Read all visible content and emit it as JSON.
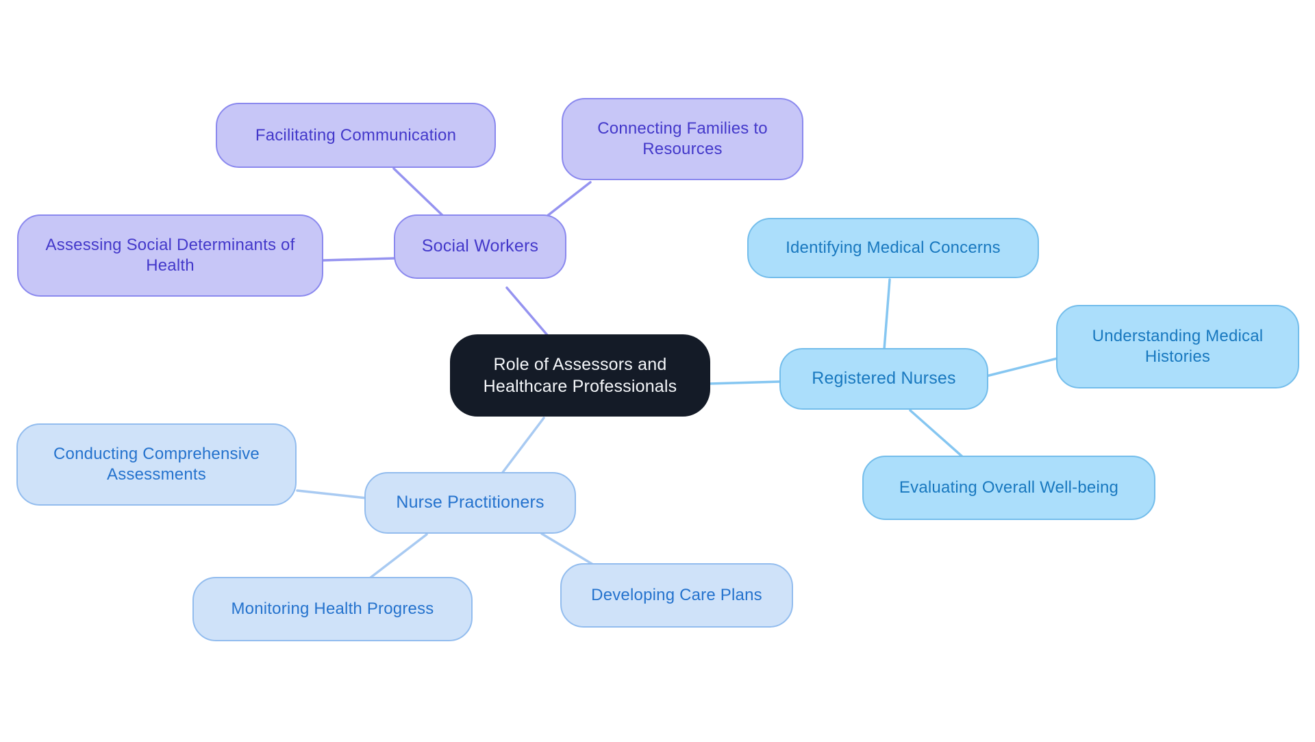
{
  "diagram": {
    "type": "mindmap",
    "center": {
      "label": "Role of Assessors and Healthcare Professionals"
    },
    "branches": [
      {
        "id": "social-workers",
        "label": "Social Workers",
        "children": [
          {
            "id": "facilitating-communication",
            "label": "Facilitating Communication"
          },
          {
            "id": "connecting-families-to-resources",
            "label": "Connecting Families to Resources"
          },
          {
            "id": "assessing-social-determinants-of-health",
            "label": "Assessing Social Determinants of Health"
          }
        ]
      },
      {
        "id": "registered-nurses",
        "label": "Registered Nurses",
        "children": [
          {
            "id": "identifying-medical-concerns",
            "label": "Identifying Medical Concerns"
          },
          {
            "id": "understanding-medical-histories",
            "label": "Understanding Medical Histories"
          },
          {
            "id": "evaluating-overall-well-being",
            "label": "Evaluating Overall Well-being"
          }
        ]
      },
      {
        "id": "nurse-practitioners",
        "label": "Nurse Practitioners",
        "children": [
          {
            "id": "conducting-comprehensive-assessments",
            "label": "Conducting Comprehensive Assessments"
          },
          {
            "id": "monitoring-health-progress",
            "label": "Monitoring Health Progress"
          },
          {
            "id": "developing-care-plans",
            "label": "Developing Care Plans"
          }
        ]
      }
    ],
    "colors": {
      "background": "#ffffff",
      "center_fill": "#141b27",
      "center_text": "#f5f7fa",
      "social_fill": "#c7c6f7",
      "social_border": "#8a88ee",
      "social_text": "#4338ca",
      "social_edge": "#9593f0",
      "nurses_fill": "#abdefb",
      "nurses_border": "#73bdeb",
      "nurses_text": "#1878bf",
      "nurses_edge": "#85c6f1",
      "np_fill": "#cfe2f9",
      "np_border": "#92bcee",
      "np_text": "#2472cd",
      "np_edge": "#a8caf2"
    }
  }
}
